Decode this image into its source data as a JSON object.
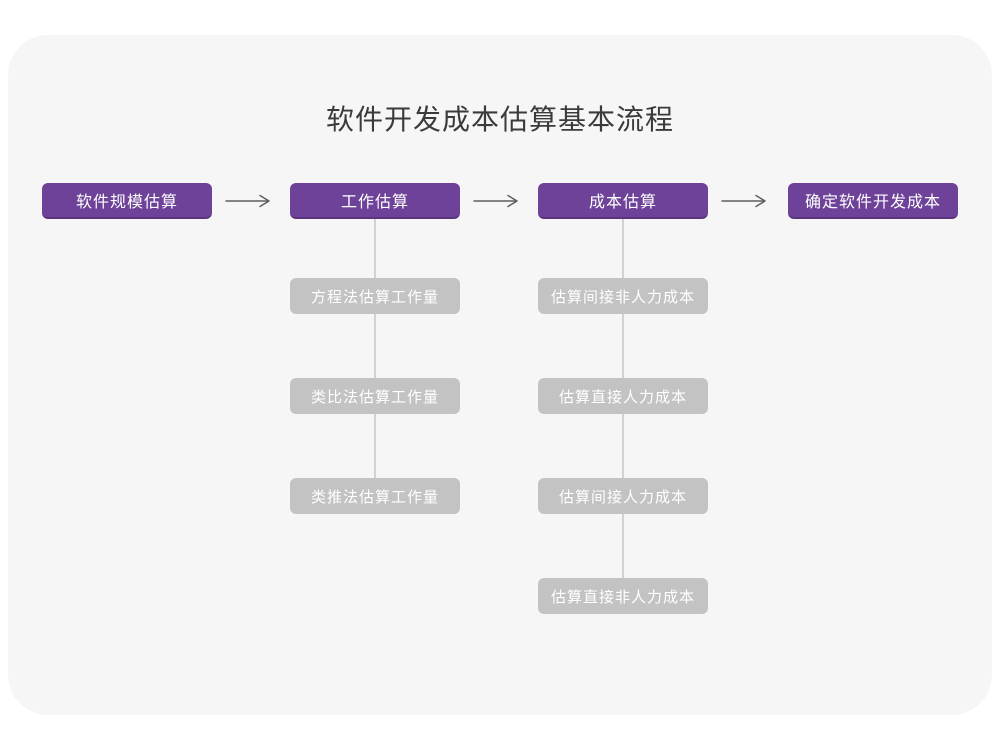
{
  "title": "软件开发成本估算基本流程",
  "colors": {
    "primary": "#6D4298",
    "primary_dark": "#59357E",
    "gray_box": "#C3C3C3",
    "connector": "#D2D2D2",
    "arrow": "#5E5E5E",
    "card_bg": "#F6F6F7",
    "title_color": "#3B3B3B"
  },
  "flow": {
    "main_steps": [
      {
        "label": "软件规模估算"
      },
      {
        "label": "工作估算"
      },
      {
        "label": "成本估算"
      },
      {
        "label": "确定软件开发成本"
      }
    ],
    "work_estimation_methods": [
      "方程法估算工作量",
      "类比法估算工作量",
      "类推法估算工作量"
    ],
    "cost_estimation_methods": [
      "估算间接非人力成本",
      "估算直接人力成本",
      "估算间接人力成本",
      "估算直接非人力成本"
    ]
  }
}
